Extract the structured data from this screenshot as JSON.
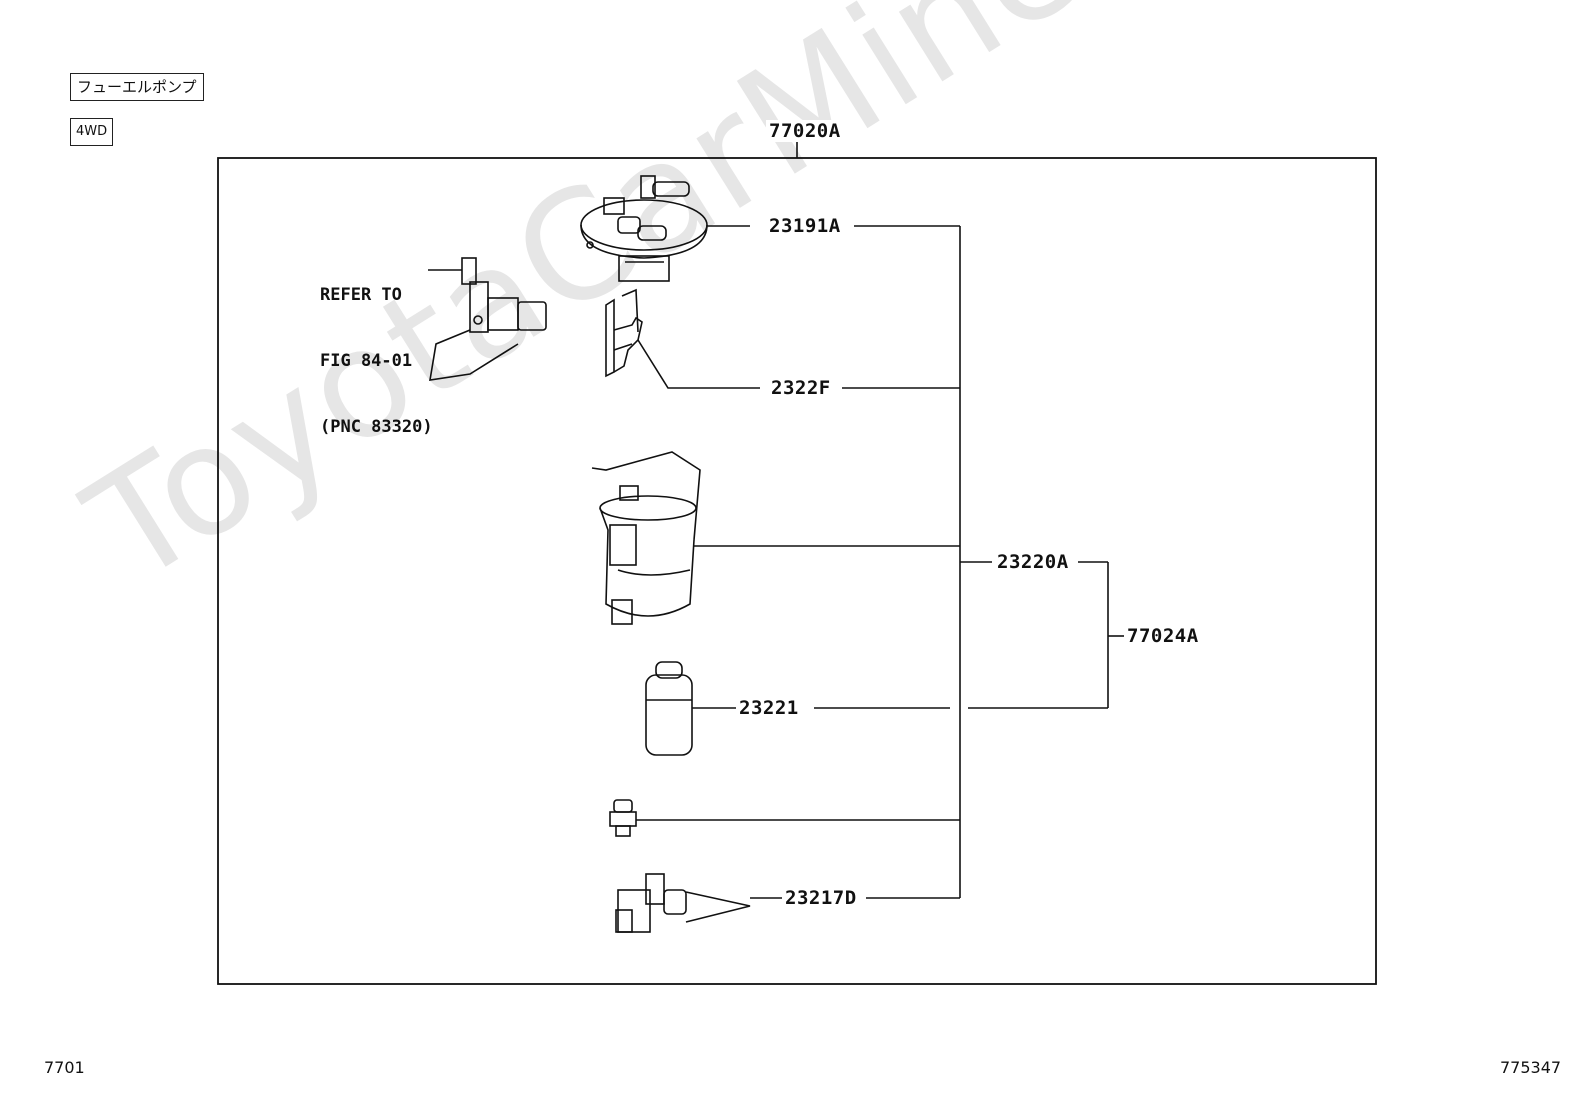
{
  "header": {
    "section_tag": "フューエルポンプ",
    "variant_tag": "4WD"
  },
  "watermark": "ToyotaCarMine.ru",
  "note": {
    "line1": "REFER TO",
    "line2": "FIG 84-01",
    "line3": "(PNC 83320)"
  },
  "parts": {
    "assembly": "77020A",
    "cover": "23191A",
    "bracket": "2322F",
    "filter": "23220A",
    "pump": "23221",
    "sub_assembly": "77024A",
    "regulator": "23217D"
  },
  "footer": {
    "left_code": "7701",
    "right_code": "775347"
  }
}
